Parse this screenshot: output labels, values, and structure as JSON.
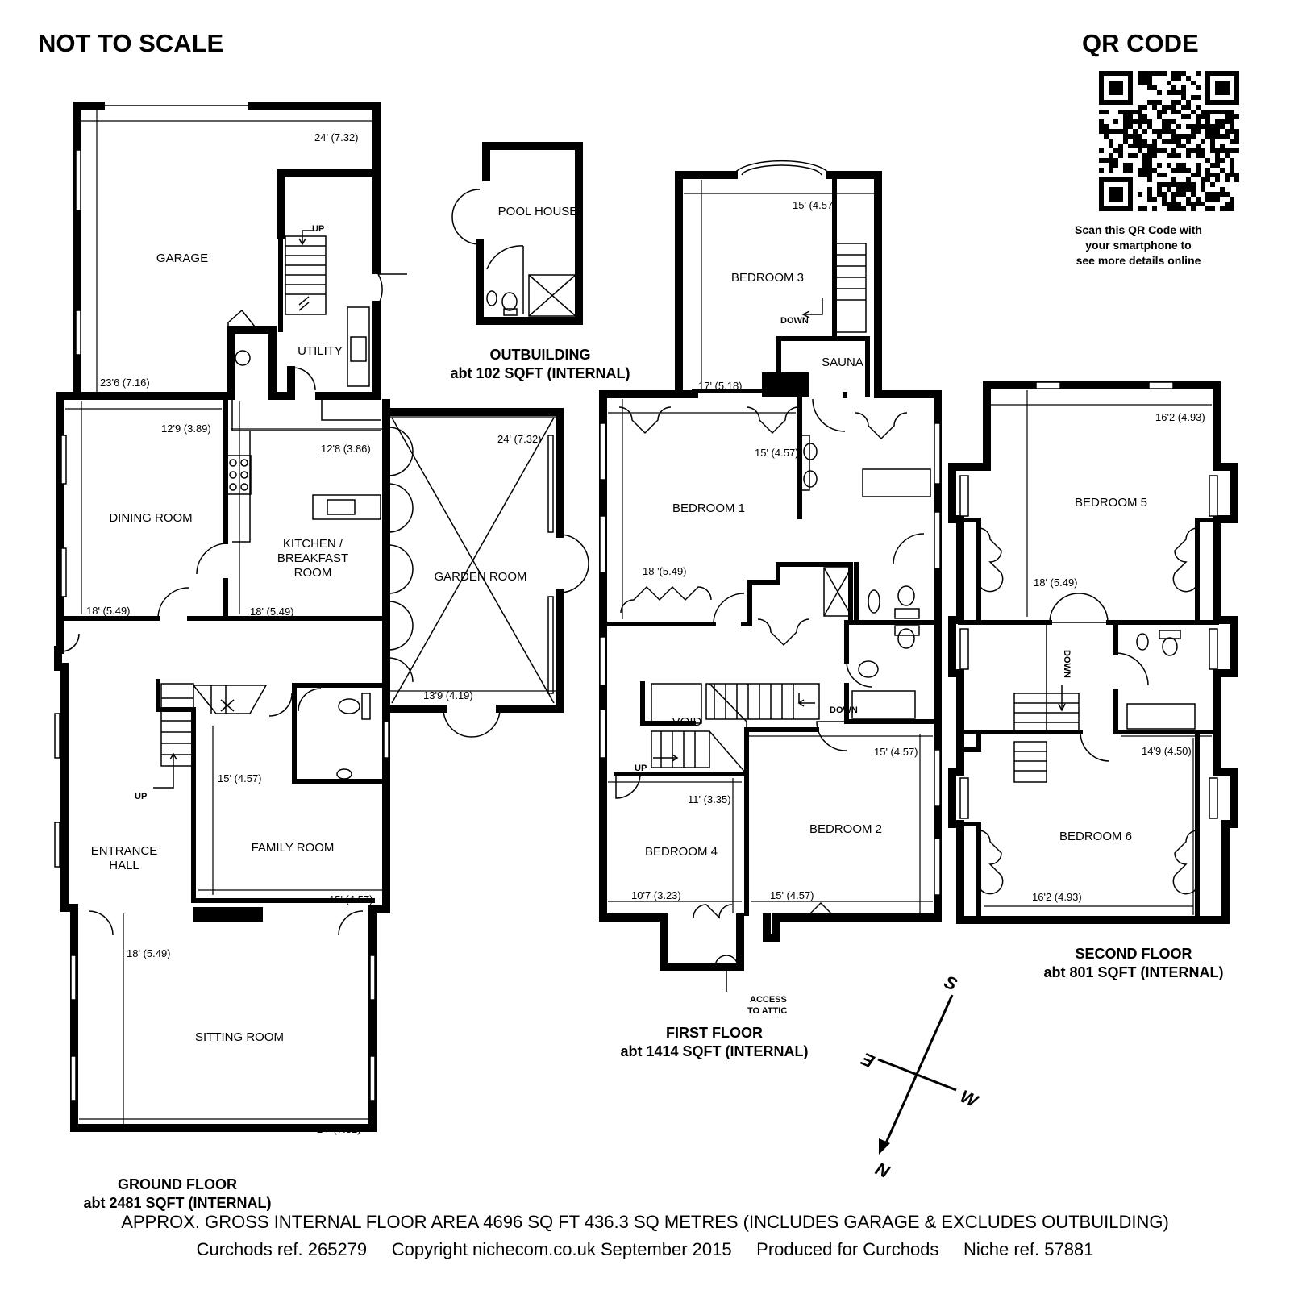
{
  "header": {
    "not_to_scale": "NOT TO SCALE",
    "qr_title": "QR CODE",
    "qr_caption": [
      "Scan this QR Code with",
      "your smartphone to",
      "see more details online"
    ]
  },
  "rooms": {
    "garage": "GARAGE",
    "utility": "UTILITY",
    "dining_room": "DINING ROOM",
    "kitchen": [
      "KITCHEN /",
      "BREAKFAST",
      "ROOM"
    ],
    "garden_room": "GARDEN ROOM",
    "entrance_hall": [
      "ENTRANCE",
      "HALL"
    ],
    "family_room": "FAMILY ROOM",
    "sitting_room": "SITTING ROOM",
    "pool_house": "POOL HOUSE",
    "bedroom_1": "BEDROOM 1",
    "bedroom_2": "BEDROOM 2",
    "bedroom_3": "BEDROOM 3",
    "bedroom_4": "BEDROOM 4",
    "bedroom_5": "BEDROOM 5",
    "bedroom_6": "BEDROOM 6",
    "sauna": "SAUNA",
    "void": "VOID"
  },
  "stair_labels": {
    "up": "UP",
    "down": "DOWN",
    "access_to_attic": [
      "ACCESS",
      "TO ATTIC"
    ]
  },
  "dimensions": {
    "garage_w": "24' (7.32)",
    "garage_l": "23'6 (7.16)",
    "dining_w": "12'9 (3.89)",
    "dining_l": "18' (5.49)",
    "kitchen_w": "12'8 (3.86)",
    "kitchen_l": "18' (5.49)",
    "garden_w": "24' (7.32)",
    "garden_l": "13'9 (4.19)",
    "family_w": "15' (4.57)",
    "family_l": "15' (4.57)",
    "sitting_l": "18' (5.49)",
    "sitting_w": "24' (7.32)",
    "bed3_w": "15' (4.57)",
    "bed3_l": "17' (5.18)",
    "bed1_w": "15' (4.57)",
    "bed1_l": "18 '(5.49)",
    "bed2_w": "15' (4.57)",
    "bed2_l": "15' (4.57)",
    "bed4_w": "11' (3.35)",
    "bed4_l": "10'7 (3.23)",
    "bed5_w": "16'2 (4.93)",
    "bed5_l": "18' (5.49)",
    "bed6_w": "14'9 (4.50)",
    "bed6_l": "16'2 (4.93)"
  },
  "floors": {
    "outbuilding": [
      "OUTBUILDING",
      "abt 102 SQFT (INTERNAL)"
    ],
    "ground": [
      "GROUND FLOOR",
      "abt 2481 SQFT (INTERNAL)"
    ],
    "first": [
      "FIRST FLOOR",
      "abt 1414 SQFT (INTERNAL)"
    ],
    "second": [
      "SECOND FLOOR",
      "abt 801 SQFT (INTERNAL)"
    ]
  },
  "compass": {
    "n": "N",
    "s": "S",
    "e": "E",
    "w": "W"
  },
  "footer": {
    "area": "APPROX. GROSS INTERNAL FLOOR AREA 4696 SQ FT 436.3 SQ METRES (INCLUDES GARAGE & EXCLUDES OUTBUILDING)",
    "ref": "Curchods ref. 265279     Copyright nichecom.co.uk September 2015     Produced for Curchods     Niche ref. 57881"
  }
}
